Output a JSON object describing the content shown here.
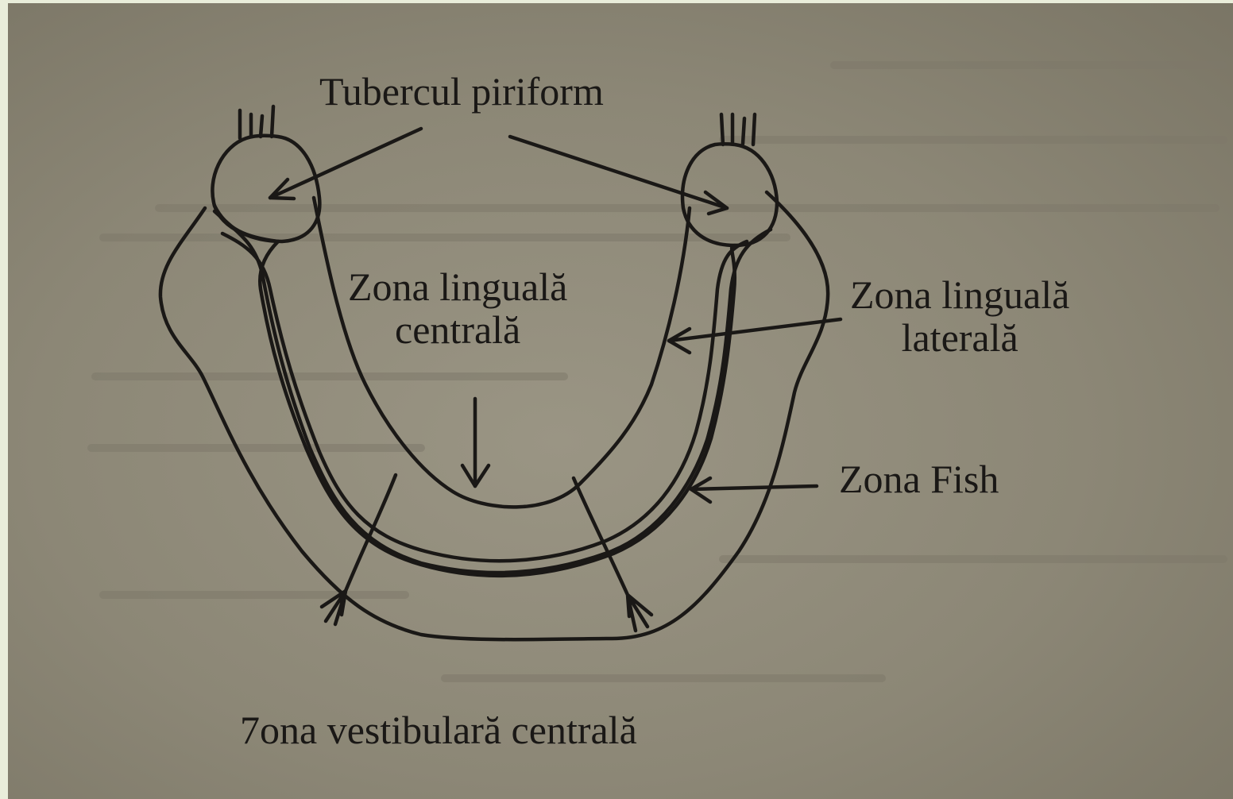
{
  "labels": {
    "tubercul": "Tubercul piriform",
    "lingual_central_line1": "Zona linguală",
    "lingual_central_line2": "centrală",
    "lingual_lateral_line1": "Zona linguală",
    "lingual_lateral_line2": "laterală",
    "fish": "Zona Fish",
    "vestibular_central": "7ona vestibulară centrală"
  },
  "colors": {
    "paper": "#8c8776",
    "ink": "#1a1816",
    "slide_background": "#e9edda"
  }
}
